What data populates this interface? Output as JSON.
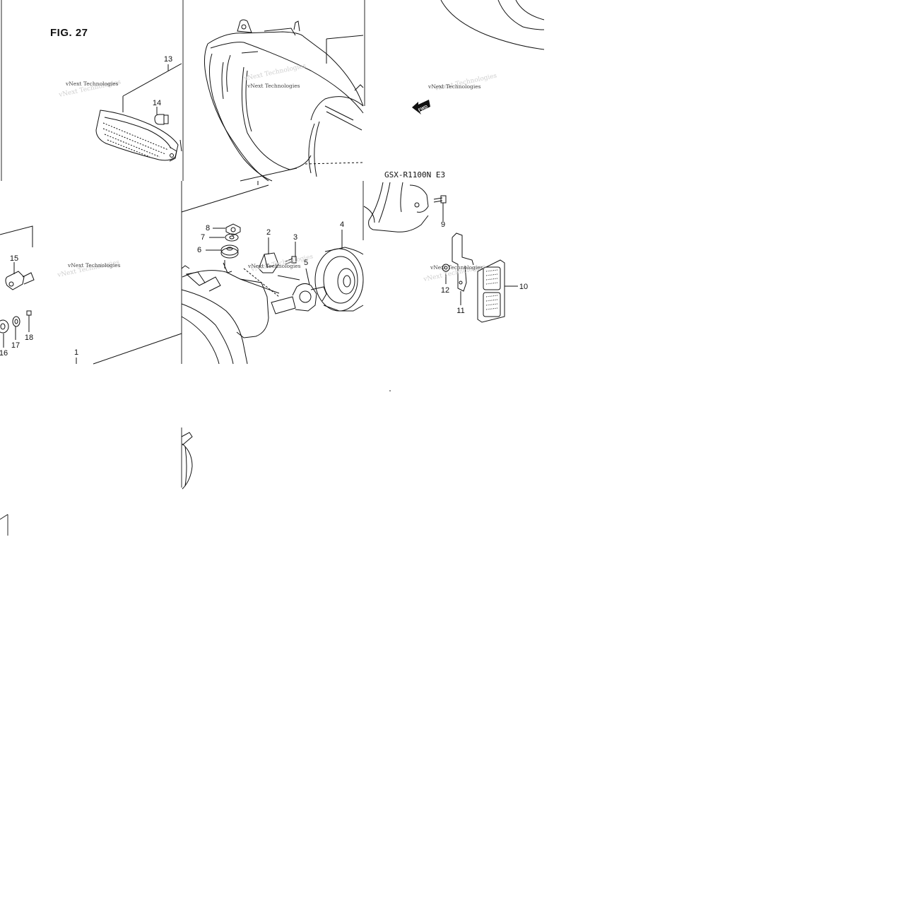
{
  "figure": {
    "title": "FIG. 27",
    "model": "GSX-R1100N  E3",
    "fwd_label": "FWD"
  },
  "watermark": {
    "text": "vNext Technologies"
  },
  "callouts": {
    "c1": "1",
    "c2": "2",
    "c3": "3",
    "c4": "4",
    "c5": "5",
    "c6": "6",
    "c7": "7",
    "c8": "8",
    "c9": "9",
    "c10": "10",
    "c11": "11",
    "c12": "12",
    "c13": "13",
    "c14": "14",
    "c15": "15",
    "c16": "16",
    "c17": "17",
    "c18": "18"
  }
}
